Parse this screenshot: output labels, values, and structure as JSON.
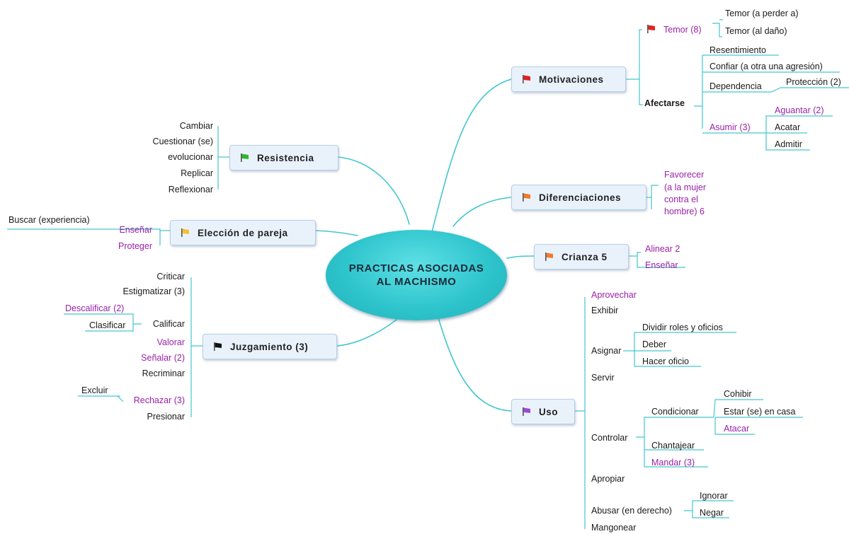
{
  "center": {
    "line1": "PRACTICAS ASOCIADAS",
    "line2": "AL MACHISMO"
  },
  "colors": {
    "branch": "#43c6cf",
    "accent_purple": "#9b1fa8",
    "node_fill": "#e9f2fb"
  },
  "motivaciones": {
    "label": "Motivaciones",
    "temor": "Temor (8)",
    "temor_children": [
      "Temor (a perder a)",
      "Temor (al daño)"
    ],
    "afectarse": "Afectarse",
    "afectarse_children": {
      "resentimiento": "Resentimiento",
      "confiar": "Confiar (a otra una agresión)",
      "dependencia": "Dependencia",
      "proteccion": "Protección (2)",
      "asumir": "Asumir (3)",
      "asumir_children": [
        "Aguantar (2)",
        "Acatar",
        "Admitir"
      ]
    }
  },
  "diferenciaciones": {
    "label": "Diferenciaciones",
    "child_lines": [
      "Favorecer",
      "(a la mujer",
      "contra el",
      "hombre) 6"
    ]
  },
  "crianza": {
    "label": "Crianza 5",
    "children": [
      "Alinear 2",
      "Enseñar"
    ]
  },
  "uso": {
    "label": "Uso",
    "aprovechar": "Aprovechar",
    "exhibir": "Exhibir",
    "asignar": "Asignar",
    "asignar_children": [
      "Dividir roles y oficios",
      "Deber",
      "Hacer oficio"
    ],
    "servir": "Servir",
    "controlar": "Controlar",
    "condicionar": "Condicionar",
    "condicionar_children": [
      "Cohibir",
      "Estar (se) en casa",
      "Atacar"
    ],
    "chantajear": "Chantajear",
    "mandar": "Mandar (3)",
    "apropiar": "Apropiar",
    "abusar": "Abusar (en derecho)",
    "abusar_children": [
      "Ignorar",
      "Negar"
    ],
    "mangonear": "Mangonear"
  },
  "resistencia": {
    "label": "Resistencia",
    "children": [
      "Cambiar",
      "Cuestionar (se)",
      "evolucionar",
      "Replicar",
      "Reflexionar"
    ]
  },
  "eleccion": {
    "label": "Elección de pareja",
    "ensenar": "Enseñar",
    "buscar": "Buscar (experiencia)",
    "proteger": "Proteger"
  },
  "juzgamiento": {
    "label": "Juzgamiento (3)",
    "criticar": "Criticar",
    "estigmatizar": "Estigmatizar (3)",
    "calificar": "Calificar",
    "descalificar": "Descalificar (2)",
    "clasificar": "Clasificar",
    "valorar": "Valorar",
    "senalar": "Señalar (2)",
    "recriminar": "Recriminar",
    "rechazar": "Rechazar (3)",
    "excluir": "Excluir",
    "presionar": "Presionar"
  }
}
